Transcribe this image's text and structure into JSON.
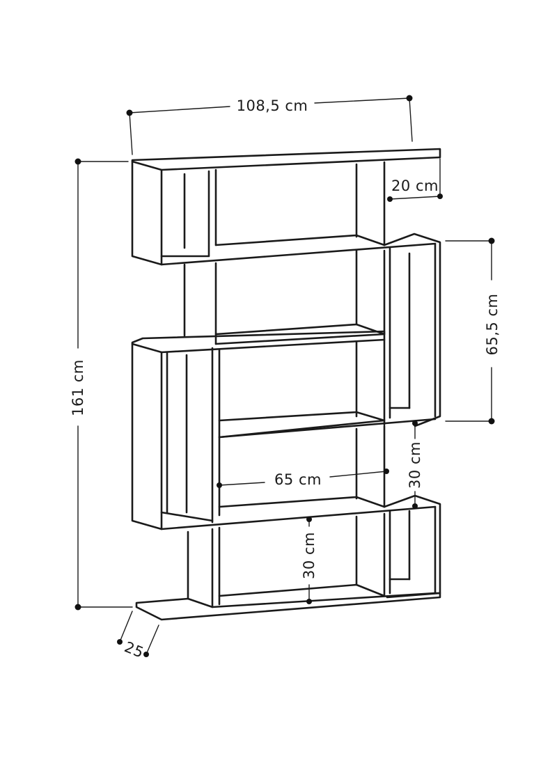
{
  "diagram": {
    "dimensions": {
      "width_top": "108,5 cm",
      "height_total": "161 cm",
      "depth_small": "20 cm",
      "right_section_height": "65,5 cm",
      "inner_width": "65 cm",
      "shelf_gap_right": "30 cm",
      "shelf_gap_bottom": "30 cm",
      "depth_base": "25"
    },
    "colors": {
      "line": "#1a1a1a",
      "background": "#ffffff"
    }
  }
}
